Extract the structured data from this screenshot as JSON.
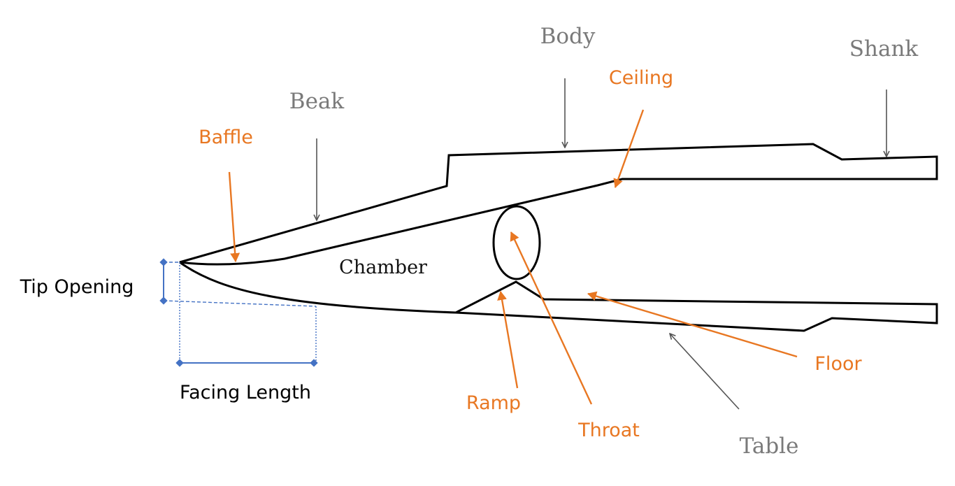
{
  "colors": {
    "outline": "#000000",
    "gray_label": "#7a7a7a",
    "orange_label": "#e87722",
    "dimension": "#4472c4"
  },
  "labels": {
    "body": "Body",
    "shank": "Shank",
    "beak": "Beak",
    "ceiling": "Ceiling",
    "baffle": "Baffle",
    "chamber": "Chamber",
    "tip_opening": "Tip Opening",
    "facing_length": "Facing Length",
    "floor": "Floor",
    "ramp": "Ramp",
    "throat": "Throat",
    "table": "Table"
  }
}
